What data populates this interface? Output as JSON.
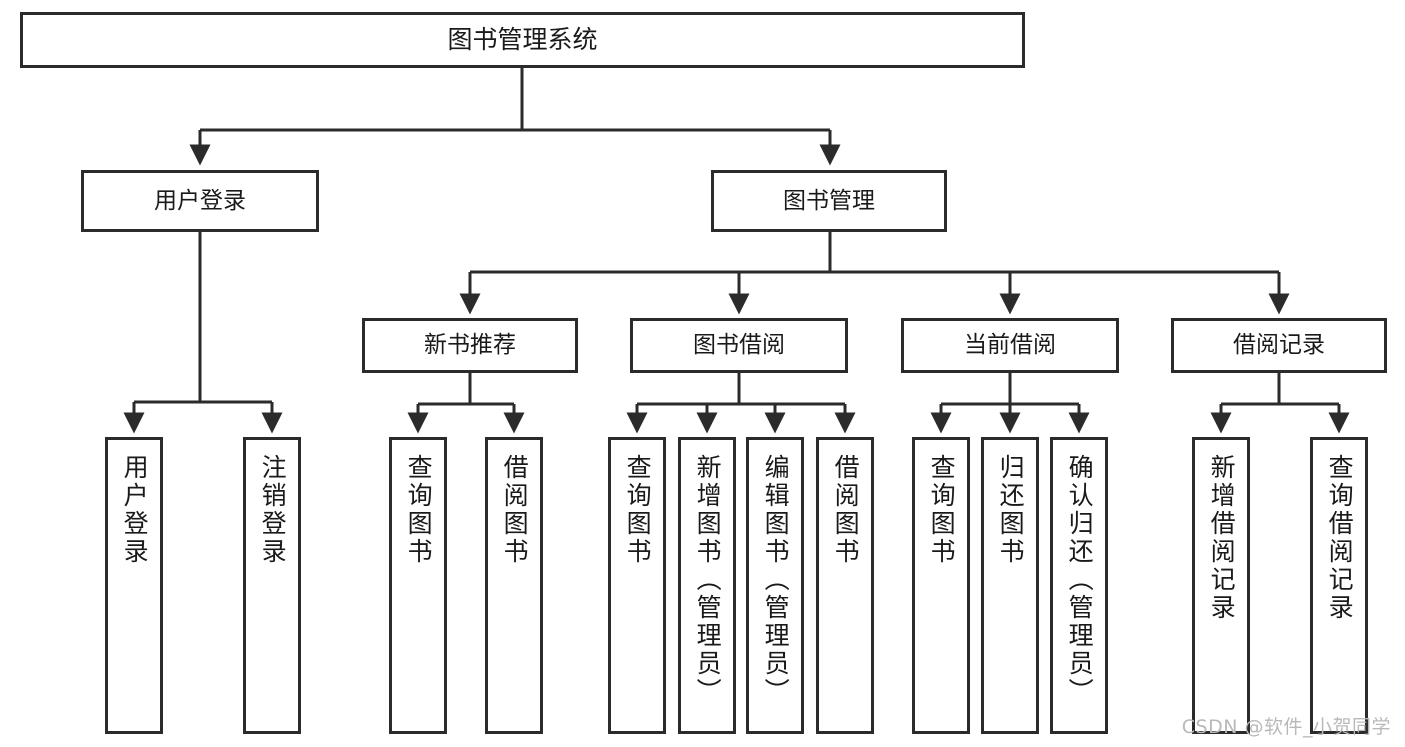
{
  "diagram": {
    "title": "图书管理系统",
    "watermark": "CSDN @软件_小贺同学",
    "line_color": "#2b2b2b",
    "box_fill": "#ffffff",
    "text_color": "#1a1a1a",
    "nodes": {
      "root": {
        "label": "图书管理系统"
      },
      "level1": [
        {
          "label": "用户登录"
        },
        {
          "label": "图书管理"
        }
      ],
      "level2": [
        {
          "label": "新书推荐"
        },
        {
          "label": "图书借阅"
        },
        {
          "label": "当前借阅"
        },
        {
          "label": "借阅记录"
        }
      ],
      "leaves": {
        "user_login": [
          {
            "label": "用户登录"
          },
          {
            "label": "注销登录"
          }
        ],
        "new_book_recommend": [
          {
            "label": "查询图书"
          },
          {
            "label": "借阅图书"
          }
        ],
        "book_borrow": [
          {
            "label": "查询图书"
          },
          {
            "label": "新增图书（管理员）"
          },
          {
            "label": "编辑图书（管理员）"
          },
          {
            "label": "借阅图书"
          }
        ],
        "current_borrow": [
          {
            "label": "查询图书"
          },
          {
            "label": "归还图书"
          },
          {
            "label": "确认归还（管理员）"
          }
        ],
        "borrow_records": [
          {
            "label": "新增借阅记录"
          },
          {
            "label": "查询借阅记录"
          }
        ]
      }
    }
  }
}
